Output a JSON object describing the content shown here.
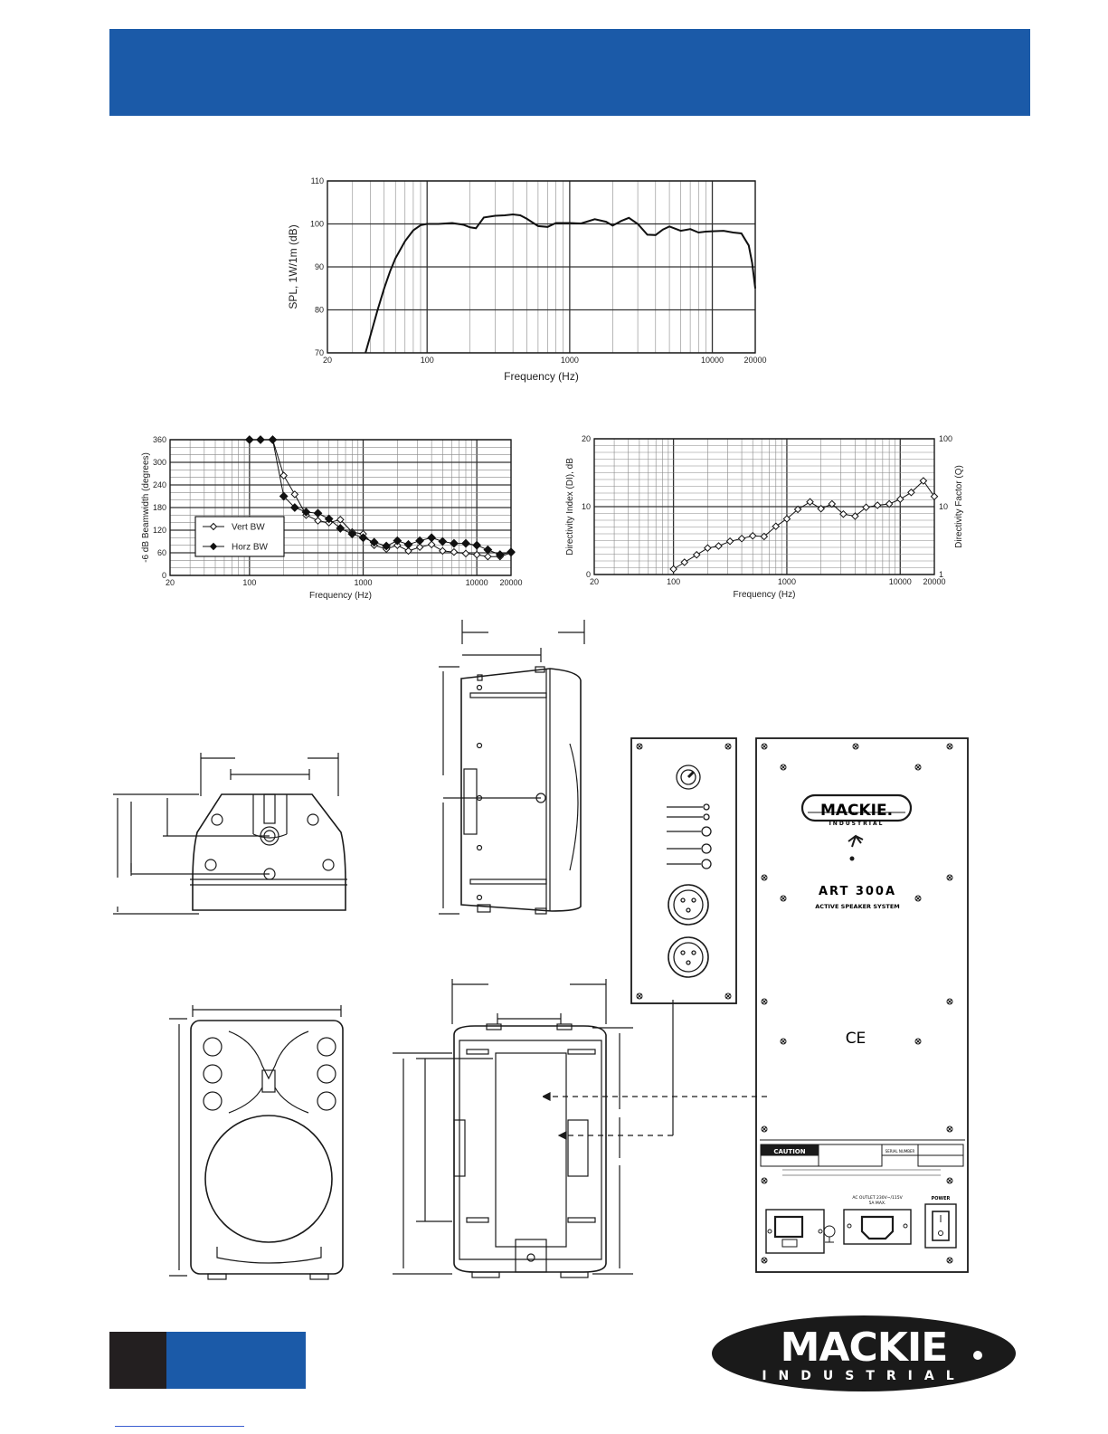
{
  "colors": {
    "band": "#1b5aa8",
    "ink": "#1a1a1a",
    "grid": "#888888",
    "footer_dark": "#231f20"
  },
  "chart_data": [
    {
      "type": "line",
      "id": "spl-response",
      "xlabel": "Frequency (Hz)",
      "ylabel": "SPL, 1W/1m (dB)",
      "xscale": "log",
      "xlim": [
        20,
        20000
      ],
      "ylim": [
        70,
        110
      ],
      "xticks": [
        20,
        100,
        1000,
        10000,
        20000
      ],
      "yticks": [
        70,
        80,
        90,
        100,
        110
      ],
      "grid": true,
      "series": [
        {
          "x": [
            37,
            40,
            45,
            50,
            55,
            60,
            70,
            80,
            90,
            100,
            120,
            150,
            180,
            200,
            220,
            250,
            300,
            350,
            400,
            450,
            500,
            600,
            700,
            800,
            1000,
            1200,
            1500,
            1800,
            2000,
            2300,
            2600,
            3000,
            3500,
            4000,
            4500,
            5000,
            6000,
            7000,
            8000,
            9000,
            10000,
            12000,
            14000,
            16000,
            18000,
            19000,
            20000
          ],
          "y": [
            70,
            74,
            80,
            85,
            89,
            92,
            96,
            98.5,
            99.7,
            100,
            100,
            100.2,
            99.8,
            99.2,
            99,
            101.5,
            101.9,
            102,
            102.2,
            102,
            101.2,
            99.5,
            99.3,
            100.2,
            100.2,
            100.1,
            101.1,
            100.5,
            99.6,
            100.7,
            101.4,
            100,
            97.5,
            97.4,
            98.7,
            99.4,
            98.4,
            98.8,
            98,
            98.2,
            98.3,
            98.4,
            98,
            97.8,
            95,
            91,
            85
          ]
        }
      ]
    },
    {
      "type": "line",
      "id": "beamwidth",
      "xlabel": "Frequency (Hz)",
      "ylabel": "-6 dB Beamwidth (degrees)",
      "xscale": "log",
      "xlim": [
        20,
        20000
      ],
      "ylim": [
        0,
        360
      ],
      "xticks": [
        20,
        100,
        1000,
        10000,
        20000
      ],
      "yticks": [
        0,
        60,
        120,
        180,
        240,
        300,
        360
      ],
      "grid": true,
      "legend_position": "left",
      "series": [
        {
          "name": "Vert BW",
          "marker": "open-diamond",
          "x": [
            100,
            125,
            160,
            200,
            250,
            315,
            400,
            500,
            630,
            800,
            1000,
            1250,
            1600,
            2000,
            2500,
            3150,
            4000,
            5000,
            6300,
            8000,
            10000,
            12500,
            16000,
            20000
          ],
          "y": [
            360,
            360,
            360,
            265,
            215,
            160,
            145,
            140,
            148,
            115,
            110,
            80,
            70,
            80,
            65,
            75,
            82,
            65,
            62,
            58,
            55,
            50,
            50,
            60
          ]
        },
        {
          "name": "Horz BW",
          "marker": "filled-diamond",
          "x": [
            100,
            125,
            160,
            200,
            250,
            315,
            400,
            500,
            630,
            800,
            1000,
            1250,
            1600,
            2000,
            2500,
            3150,
            4000,
            5000,
            6300,
            8000,
            10000,
            12500,
            16000,
            20000
          ],
          "y": [
            360,
            360,
            360,
            210,
            180,
            168,
            165,
            150,
            125,
            110,
            100,
            88,
            78,
            92,
            82,
            92,
            100,
            90,
            85,
            85,
            80,
            68,
            55,
            62
          ]
        }
      ]
    },
    {
      "type": "line",
      "id": "directivity",
      "xlabel": "Frequency (Hz)",
      "ylabel": "Directivity Index (DI), dB",
      "y2label": "Directivity Factor (Q)",
      "xscale": "log",
      "xlim": [
        20,
        20000
      ],
      "ylim": [
        0,
        20
      ],
      "y2lim": [
        1,
        100
      ],
      "xticks": [
        20,
        100,
        1000,
        10000,
        20000
      ],
      "yticks": [
        0,
        10,
        20
      ],
      "y2ticks": [
        1,
        10,
        100
      ],
      "grid": true,
      "series": [
        {
          "marker": "open-diamond",
          "x": [
            100,
            125,
            160,
            200,
            250,
            315,
            400,
            500,
            630,
            800,
            1000,
            1250,
            1600,
            2000,
            2500,
            3150,
            4000,
            5000,
            6300,
            8000,
            10000,
            12500,
            16000,
            20000
          ],
          "y": [
            0.8,
            1.8,
            2.9,
            3.9,
            4.2,
            4.9,
            5.3,
            5.7,
            5.6,
            7.1,
            8.2,
            9.6,
            10.7,
            9.7,
            10.4,
            8.9,
            8.6,
            9.9,
            10.2,
            10.4,
            11.1,
            12.1,
            13.8,
            11.5
          ]
        }
      ]
    }
  ],
  "panel": {
    "brand": "MACKIE.",
    "brand_sub": "INDUSTRIAL",
    "model": "ART 300A",
    "subtitle": "ACTIVE SPEAKER SYSTEM",
    "ce_mark": "CE",
    "caution": "CAUTION",
    "serial_label": "SERIAL NUMBER",
    "power_label": "POWER",
    "ac_outlet": "AC OUTLET 230V~/115V",
    "ac_outlet_max": "5A MAX."
  },
  "footer": {
    "logo_main": "MACKIE",
    "logo_sub": "INDUSTRIAL"
  }
}
